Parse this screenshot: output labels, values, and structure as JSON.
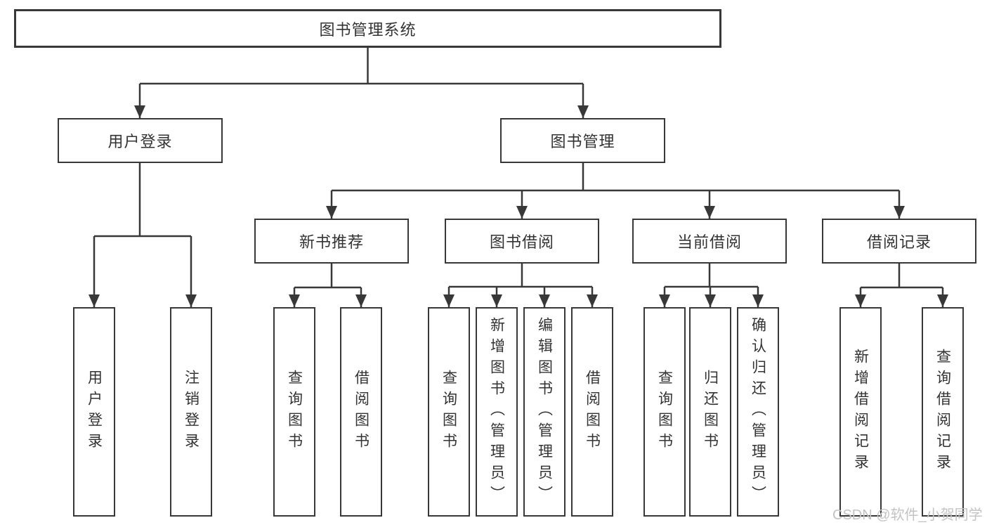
{
  "tree": {
    "label": "图书管理系统",
    "children": [
      {
        "label": "用户登录",
        "children": [
          {
            "label": "用户登录"
          },
          {
            "label": "注销登录"
          }
        ]
      },
      {
        "label": "图书管理",
        "children": [
          {
            "label": "新书推荐",
            "children": [
              {
                "label": "查询图书"
              },
              {
                "label": "借阅图书"
              }
            ]
          },
          {
            "label": "图书借阅",
            "children": [
              {
                "label": "查询图书"
              },
              {
                "label": "新增图书（管理员）"
              },
              {
                "label": "编辑图书（管理员）"
              },
              {
                "label": "借阅图书"
              }
            ]
          },
          {
            "label": "当前借阅",
            "children": [
              {
                "label": "查询图书"
              },
              {
                "label": "归还图书"
              },
              {
                "label": "确认归还（管理员）"
              }
            ]
          },
          {
            "label": "借阅记录",
            "children": [
              {
                "label": "新增借阅记录"
              },
              {
                "label": "查询借阅记录"
              }
            ]
          }
        ]
      }
    ]
  },
  "watermark": {
    "text": "CSDN @软件_小贺同学",
    "color": "#c3c3c3"
  },
  "colors": {
    "line": "#383838",
    "box_border": "#383838",
    "text": "#333333",
    "background": "#ffffff"
  }
}
